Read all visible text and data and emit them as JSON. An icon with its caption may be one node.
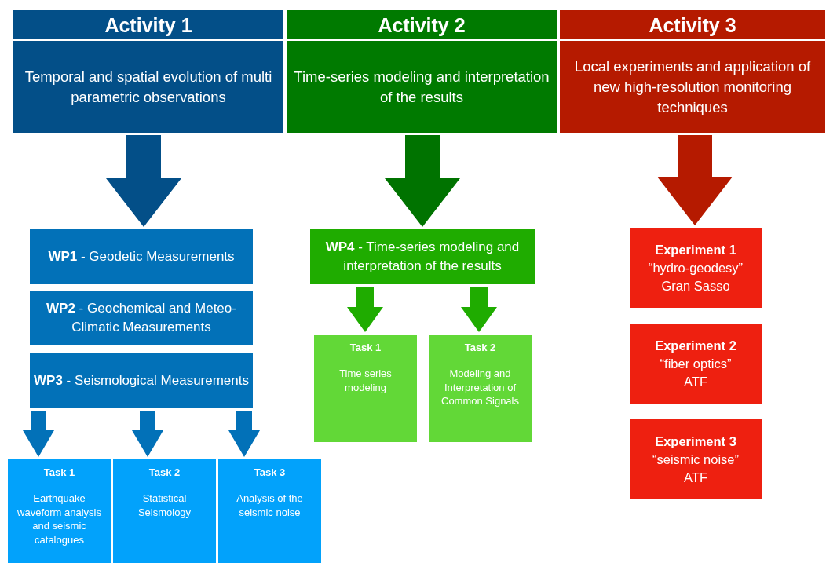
{
  "diagram": {
    "nodes": [
      {
        "text": [
          "Activity 1",
          "Temporal and spatial evolution of multi parametric observations"
        ]
      },
      {
        "text": [
          "Activity 2",
          "Time-series modeling and interpretation of the results"
        ]
      },
      {
        "text": [
          "Activity 3",
          "Local experiments and application of new high-resolution monitoring techniques"
        ]
      },
      {
        "text": [
          "**WP1** - Geodetic Measurements"
        ]
      },
      {
        "text": [
          "**WP2** - Geochemical and Meteo-Climatic Measurements"
        ]
      },
      {
        "text": [
          "**WP3** - Seismological Measurements"
        ]
      },
      {
        "text": [
          "Task 1",
          "Earthquake waveform analysis and seismic catalogues"
        ]
      },
      {
        "text": [
          "Task 2",
          "Statistical Seismology"
        ]
      },
      {
        "text": [
          "Task 3",
          "Analysis of the seismic noise"
        ]
      },
      {
        "text": [
          "**WP4** - Time-series modeling and interpretation of the results"
        ]
      },
      {
        "text": [
          "Task 1",
          "Time series modeling"
        ]
      },
      {
        "text": [
          "Task 2",
          "Modeling and Interpretation of Common Signals"
        ]
      },
      {
        "text": [
          "Experiment 1",
          "“hydro-geodesy”",
          "Gran Sasso"
        ]
      },
      {
        "text": [
          "Experiment 2",
          "“fiber optics”",
          "ATF"
        ]
      },
      {
        "text": [
          "Experiment 3",
          "“seismic noise”",
          "ATF"
        ]
      }
    ],
    "edges": [
      {
        "from": 0,
        "to": 3,
        "arrow": "to",
        "color": "#034f88"
      },
      {
        "from": 5,
        "to": 6,
        "arrow": "to",
        "color": "#0271b8"
      },
      {
        "from": 5,
        "to": 7,
        "arrow": "to",
        "color": "#0271b8"
      },
      {
        "from": 5,
        "to": 8,
        "arrow": "to",
        "color": "#0271b8"
      },
      {
        "from": 1,
        "to": 9,
        "arrow": "to",
        "color": "#007300"
      },
      {
        "from": 9,
        "to": 10,
        "arrow": "to",
        "color": "#1fac00"
      },
      {
        "from": 9,
        "to": 11,
        "arrow": "to",
        "color": "#1fac00"
      },
      {
        "from": 2,
        "to": 12,
        "arrow": "to",
        "color": "#b51a00"
      }
    ]
  }
}
